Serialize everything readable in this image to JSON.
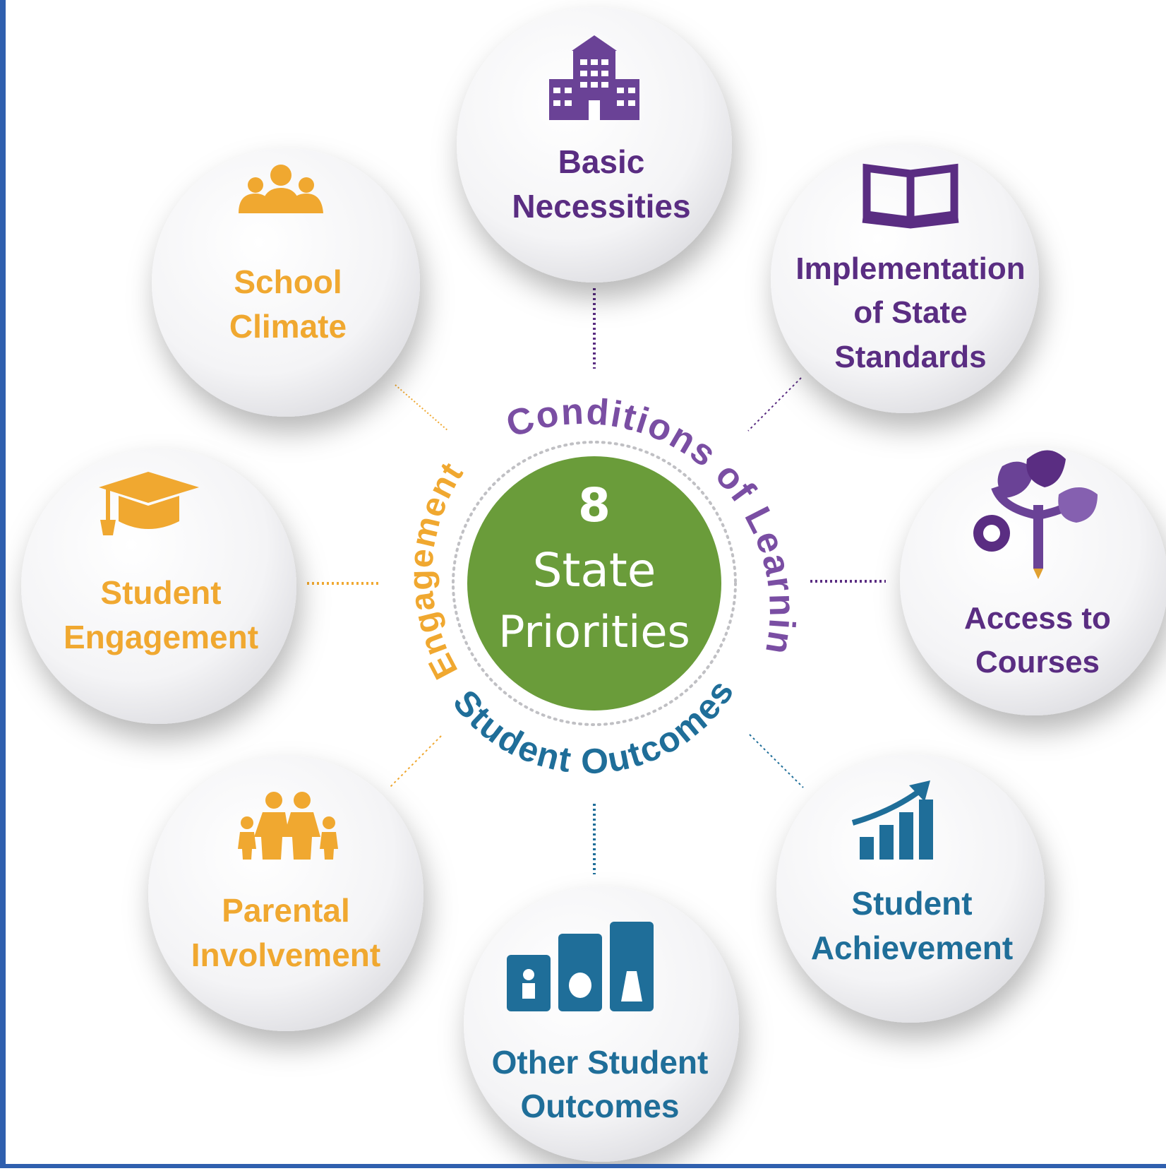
{
  "colors": {
    "purple": "#5a2d82",
    "orange": "#f0a830",
    "teal": "#1f6e99",
    "green": "#6a9c3a",
    "frame": "#2f5fae"
  },
  "center": {
    "number": "8",
    "line1": "State",
    "line2": "Priorities"
  },
  "rings": {
    "conditions": "Conditions of Learning",
    "engagement": "Engagement",
    "outcomes": "Student Outcomes"
  },
  "priorities": [
    {
      "id": "basic",
      "icon": "school-building-icon",
      "lines": [
        "Basic",
        "Necessities"
      ]
    },
    {
      "id": "standards",
      "icon": "open-book-icon",
      "lines": [
        "Implementation",
        "of State",
        "Standards"
      ]
    },
    {
      "id": "courses",
      "icon": "subjects-tree-icon",
      "lines": [
        "Access to",
        "Courses"
      ]
    },
    {
      "id": "achievement",
      "icon": "growth-chart-icon",
      "lines": [
        "Student",
        "Achievement"
      ]
    },
    {
      "id": "other-outcomes",
      "icon": "activity-blocks-icon",
      "lines": [
        "Other Student",
        "Outcomes"
      ]
    },
    {
      "id": "parental",
      "icon": "family-icon",
      "lines": [
        "Parental",
        "Involvement"
      ]
    },
    {
      "id": "engagement",
      "icon": "graduation-cap-icon",
      "lines": [
        "Student",
        "Engagement"
      ]
    },
    {
      "id": "climate",
      "icon": "group-icon",
      "lines": [
        "School",
        "Climate"
      ]
    }
  ]
}
